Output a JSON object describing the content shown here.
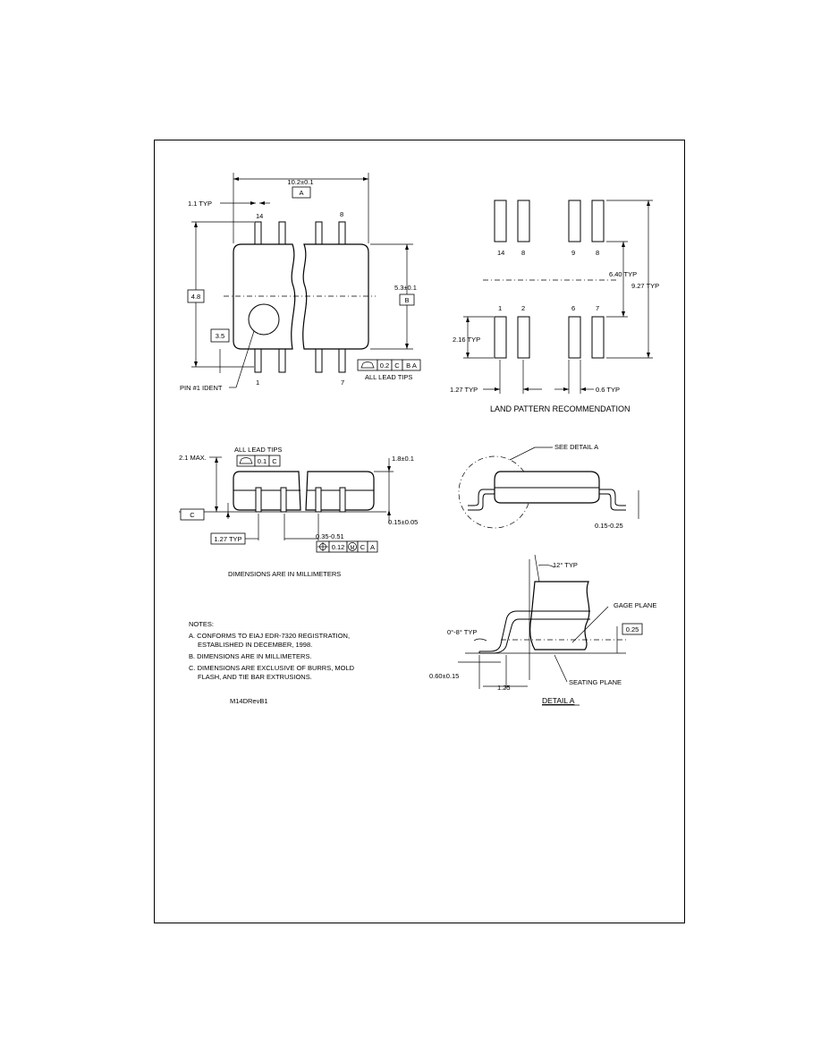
{
  "top_view": {
    "width_dim": "10.2±0.1",
    "datum_a": "A",
    "pitch_label": "1.1 TYP",
    "pin_14": "14",
    "pin_8": "8",
    "pin_1": "1",
    "pin_7": "7",
    "height_box": "4.8",
    "small_box": "3.5",
    "body_dim": "5.3±0.1",
    "datum_b": "B",
    "pin1_ident": "PIN #1 IDENT",
    "fcf_tol": "0.2",
    "fcf_c": "C",
    "fcf_ba": "B A",
    "all_lead_tips": "ALL LEAD TIPS"
  },
  "land_pattern": {
    "pad_top_labels": [
      "14",
      "8",
      "9",
      "8"
    ],
    "pad_bottom_labels": [
      "1",
      "2",
      "6",
      "7"
    ],
    "dim_1": "6.40 TYP",
    "dim_2": "9.27 TYP",
    "dim_3": "2.16 TYP",
    "dim_4": "1.27 TYP",
    "dim_5": "0.6 TYP",
    "caption": "LAND PATTERN RECOMMENDATION"
  },
  "side_view": {
    "all_lead_tips": "ALL LEAD TIPS",
    "max_height": "2.1 MAX.",
    "flatness": "0.1",
    "flat_c": "C",
    "body_height": "1.8±0.1",
    "datum_c": "C",
    "standoff": "0.15±0.05",
    "pitch_box": "1.27 TYP",
    "lead_width": "0.35-0.51",
    "pos_tol": "0.12",
    "pos_m": "M",
    "pos_c": "C",
    "pos_a": "A"
  },
  "dims_note": "DIMENSIONS ARE IN MILLIMETERS",
  "end_view": {
    "see_detail": "SEE DETAIL A",
    "thickness": "0.15-0.25"
  },
  "detail_a": {
    "angle": "12° TYP",
    "gage_plane": "GAGE PLANE",
    "gage_dim": "0.25",
    "foot_angle": "0°-8° TYP",
    "foot_len": "0.60±0.15",
    "seating_plane": "SEATING PLANE",
    "lead_len": "1.25",
    "caption": "DETAIL A"
  },
  "notes": {
    "heading": "NOTES:",
    "a1": "A. CONFORMS TO EIAJ EDR-7320 REGISTRATION,",
    "a2": "ESTABLISHED IN DECEMBER, 1998.",
    "b": "B. DIMENSIONS ARE IN MILLIMETERS.",
    "c1": "C. DIMENSIONS ARE EXCLUSIVE OF BURRS, MOLD",
    "c2": "FLASH, AND TIE BAR EXTRUSIONS.",
    "drawing_no": "M14DRevB1"
  }
}
